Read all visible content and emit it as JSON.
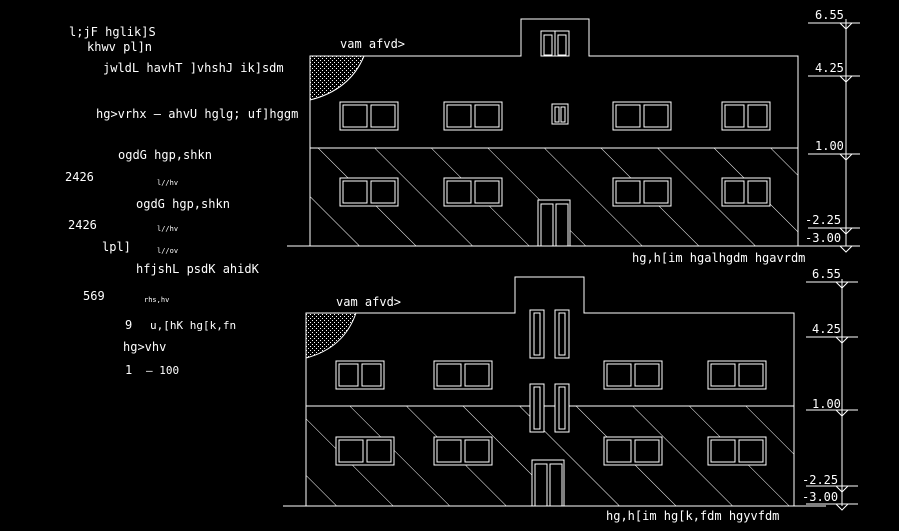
{
  "legend": {
    "title": "l;jF hglik]S",
    "subtitle": "khwv pl]n",
    "line1": "jwldL havhT ]vhshJ ik]sdm",
    "line2": "hg>vrhx —  ahvU hglg; uf]hggm",
    "line3": "ogdG hgp,shkn",
    "val1": "2426",
    "unit1": "l//hv",
    "line4": "ogdG hgp,shkn",
    "val2": "2426",
    "unit2": "l//hv",
    "line5": "lpl]",
    "unit3": "l//ov",
    "line6": "hfjshL psdK ahidK",
    "val3": "569",
    "unit4": "rhs,hv",
    "val4": "9",
    "line7": "u,[hK hg[k,fn",
    "line8": "hg>vhv",
    "val5": "1",
    "line9": "—  100"
  },
  "top_elevation": {
    "label": "vam  afvd>",
    "caption": "hg,h[im hgalhgdm hgavrdm"
  },
  "bottom_elevation": {
    "label": "vam  afvd>",
    "caption": "hg,h[im hg[k,fdm hgyvfdm"
  },
  "top_levels": [
    "6.55",
    "4.25",
    "1.00",
    "-2.25",
    "-3.00"
  ],
  "bottom_levels": [
    "6.55",
    "4.25",
    "1.00",
    "-2.25",
    "-3.00"
  ],
  "colors": {
    "line": "#ffffff",
    "background": "#000000"
  }
}
